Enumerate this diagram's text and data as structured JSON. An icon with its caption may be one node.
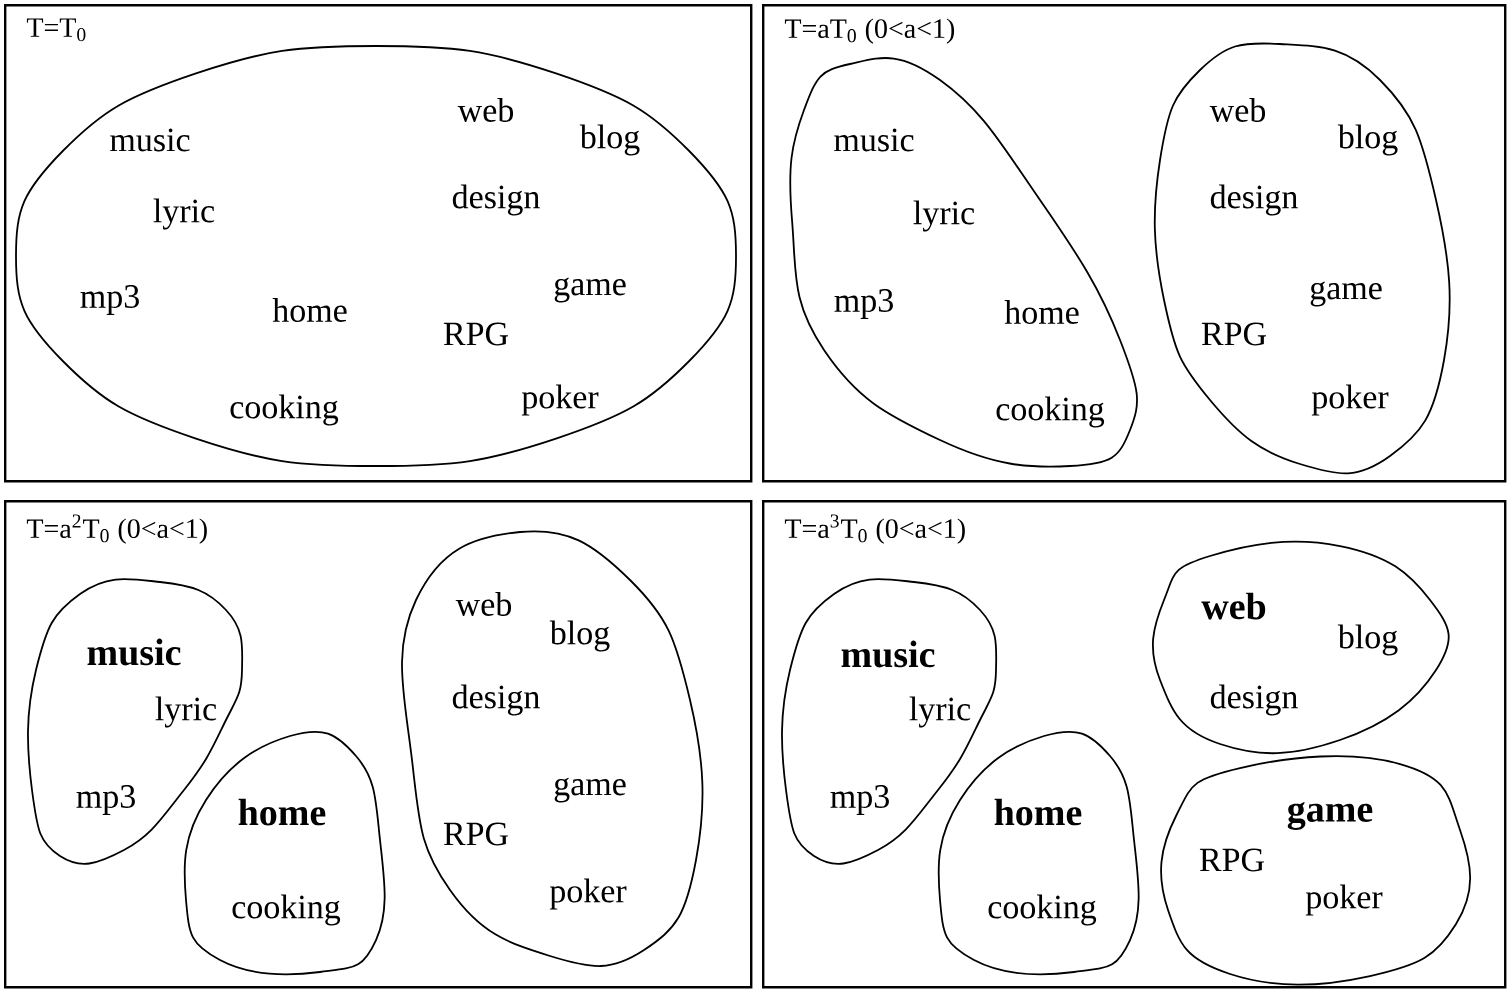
{
  "diagram": {
    "nodes": [
      {
        "text": [
          "T=T$_{0}$"
        ]
      },
      {
        "text": [
          "web",
          "music",
          "blog",
          "design",
          "lyric",
          "game",
          "mp3",
          "home",
          "RPG",
          "poker",
          "cooking"
        ],
        "in": 0
      },
      {
        "text": [
          "T=aT$_{0}$ (0<a<1)"
        ]
      },
      {
        "text": [
          "music",
          "lyric",
          "mp3",
          "home",
          "cooking"
        ],
        "in": 2
      },
      {
        "text": [
          "web",
          "blog",
          "design",
          "game",
          "RPG",
          "poker"
        ],
        "in": 2
      },
      {
        "text": [
          "T=a$^{2}$T$_{0}$ (0<a<1)"
        ]
      },
      {
        "text": [
          "music",
          "lyric",
          "mp3"
        ],
        "in": 5
      },
      {
        "text": [
          "home",
          "cooking"
        ],
        "in": 5
      },
      {
        "text": [
          "web",
          "blog",
          "design",
          "game",
          "RPG",
          "poker"
        ],
        "in": 5
      },
      {
        "text": [
          "T=a$^{3}$T$_{0}$ (0<a<1)"
        ]
      },
      {
        "text": [
          "music",
          "lyric",
          "mp3"
        ],
        "in": 9
      },
      {
        "text": [
          "home",
          "cooking"
        ],
        "in": 9
      },
      {
        "text": [
          "web",
          "blog",
          "design"
        ],
        "in": 9
      },
      {
        "text": [
          "game",
          "RPG",
          "poker"
        ],
        "in": 9
      }
    ]
  }
}
